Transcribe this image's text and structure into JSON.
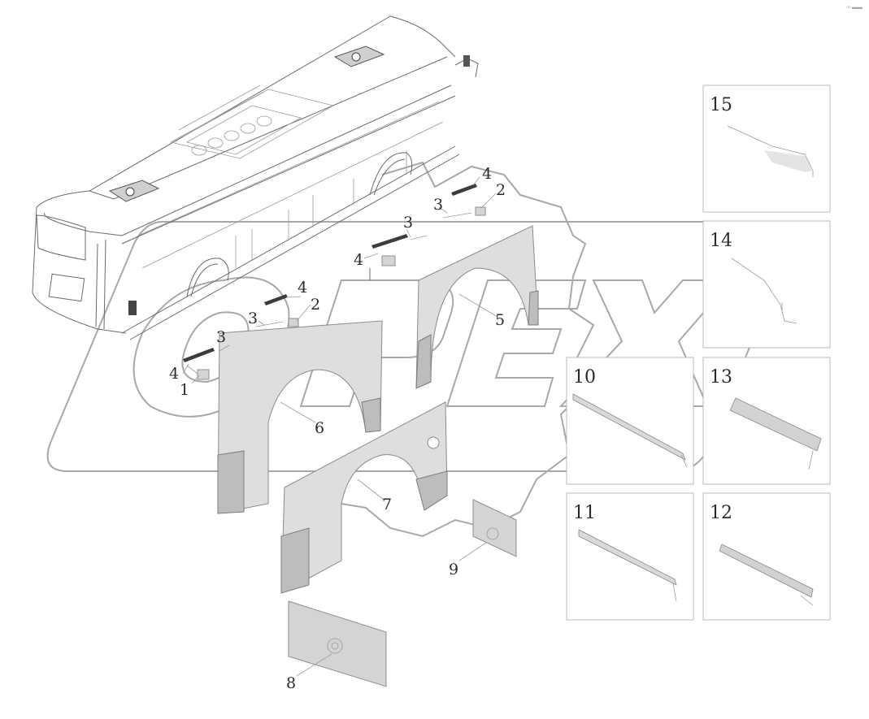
{
  "corner_mark": "ⁿ ═══",
  "watermark": "OPEX",
  "callouts": {
    "c1": "1",
    "c2a": "2",
    "c2b": "2",
    "c3a": "3",
    "c3b": "3",
    "c3c": "3",
    "c3d": "3",
    "c4a": "4",
    "c4b": "4",
    "c4c": "4",
    "c4d": "4",
    "c5": "5",
    "c6": "6",
    "c7": "7",
    "c8": "8",
    "c9": "9"
  },
  "detail_boxes": {
    "b15": "15",
    "b14": "14",
    "b10": "10",
    "b13": "13",
    "b11": "11",
    "b12": "12"
  }
}
